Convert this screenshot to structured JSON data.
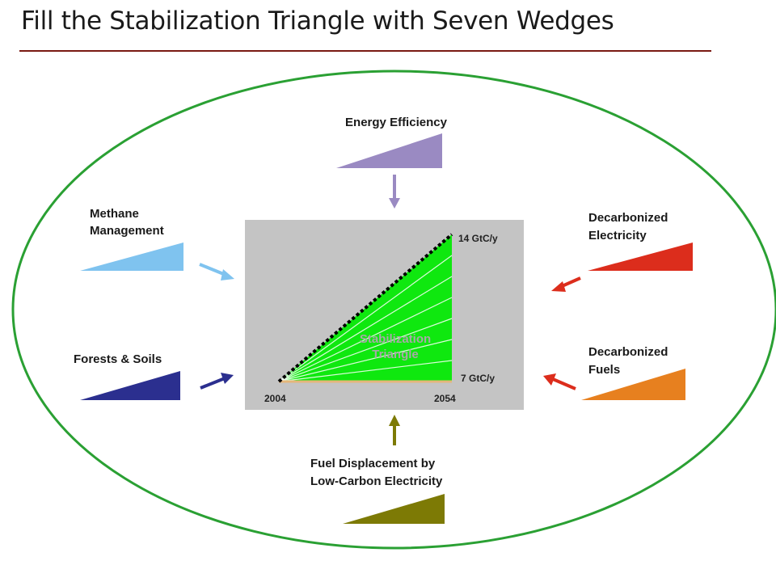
{
  "title": "Fill the Stabilization Triangle with Seven Wedges",
  "center": {
    "label_line1": "Stabilization",
    "label_line2": "Triangle",
    "top_value": "14 GtC/y",
    "bottom_value": "7 GtC/y",
    "start_year": "2004",
    "end_year": "2054",
    "wedge_count": 7
  },
  "wedges": {
    "energy_efficiency": {
      "label": [
        "Energy Efficiency"
      ],
      "color": "#9a8ac2"
    },
    "methane": {
      "label": [
        "Methane",
        "Management"
      ],
      "color": "#7fc3ef"
    },
    "forests": {
      "label": [
        "Forests & Soils"
      ],
      "color": "#2b2f8f"
    },
    "fuel_displacement": {
      "label": [
        "Fuel Displacement by",
        "Low-Carbon Electricity"
      ],
      "color": "#7d7a05"
    },
    "decarb_electricity": {
      "label": [
        "Decarbonized",
        "Electricity"
      ],
      "color": "#dc2d1c"
    },
    "decarb_fuels": {
      "label": [
        "Decarbonized",
        "Fuels"
      ],
      "color": "#e7801f"
    }
  },
  "colors": {
    "ellipse": "#2aa033",
    "triangle_fill": "#0fe80f",
    "panel": "#c4c4c4",
    "title_rule": "#7a1a12"
  }
}
